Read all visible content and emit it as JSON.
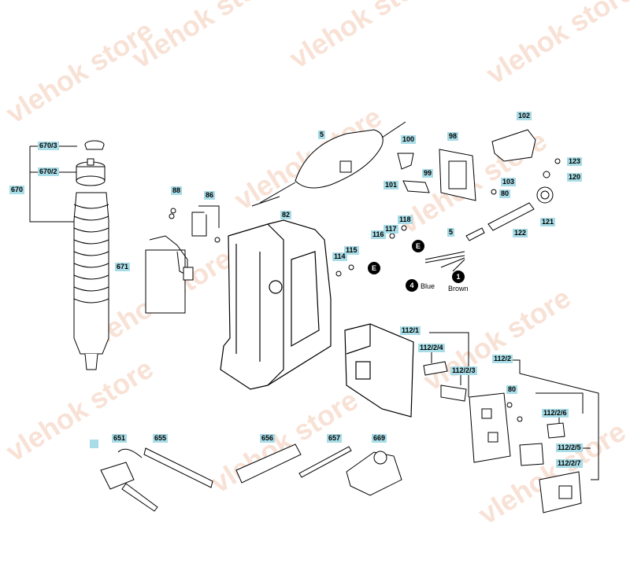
{
  "watermark": {
    "text": "vlehok store"
  },
  "labels": {
    "l670_3": "670/3",
    "l670_2": "670/2",
    "l670": "670",
    "l671": "671",
    "l88": "88",
    "l86": "86",
    "l5_top": "5",
    "l82": "82",
    "l100": "100",
    "l99": "99",
    "l101": "101",
    "l98": "98",
    "l102": "102",
    "l123": "123",
    "l103": "103",
    "l120": "120",
    "l80_top": "80",
    "l121": "121",
    "l122": "122",
    "l118": "118",
    "l117": "117",
    "l116": "116",
    "l115": "115",
    "l114": "114",
    "l5_mid": "5",
    "l112_1": "112/1",
    "l112_2_4": "112/2/4",
    "l112_2_3": "112/2/3",
    "l112_2": "112/2",
    "l80_bot": "80",
    "l112_2_6": "112/2/6",
    "l112_2_5": "112/2/5",
    "l112_2_7": "112/2/7",
    "l651": "651",
    "l655": "655",
    "l656": "656",
    "l657": "657",
    "l669": "669"
  },
  "markers": {
    "e1": "E",
    "e2": "E",
    "four": "4",
    "one": "1"
  },
  "wires": {
    "blue": "Blue",
    "brown": "Brown"
  },
  "colors": {
    "label_bg": "#a8dce6",
    "watermark": "#f4c9b4",
    "line": "#000000"
  }
}
